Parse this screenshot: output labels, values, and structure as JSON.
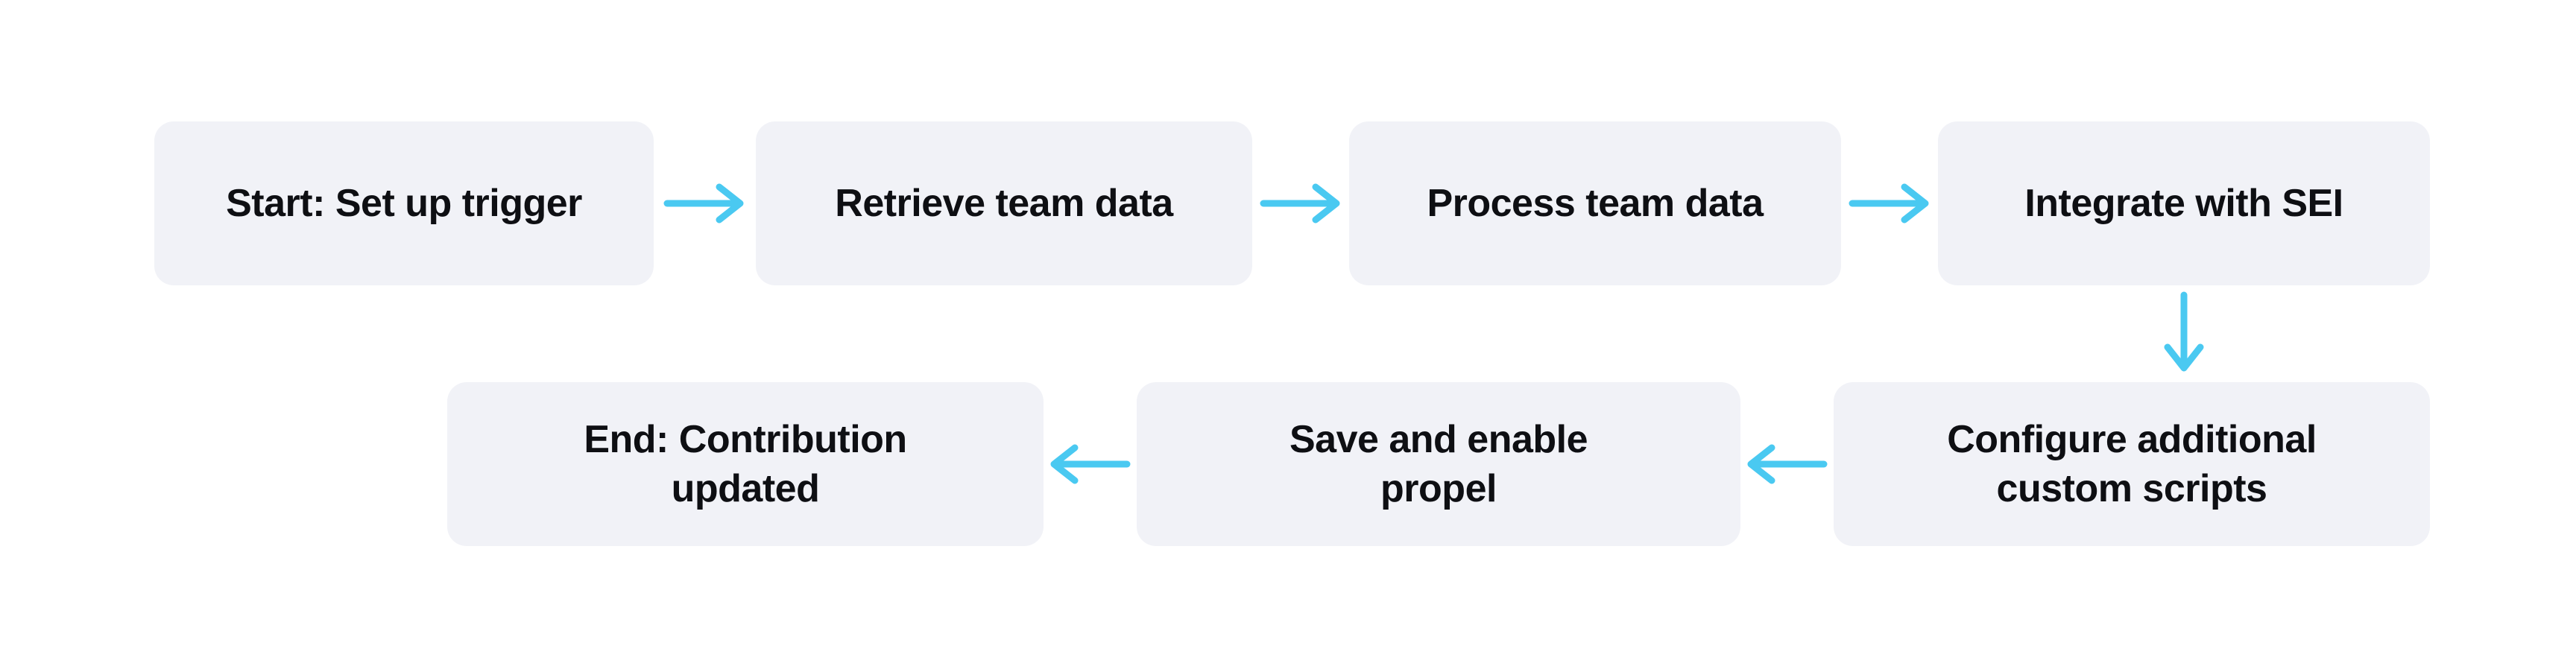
{
  "theme": {
    "background": "#ffffff",
    "node_fill": "#f1f2f7",
    "node_text": "#0e0f13",
    "arrow": "#4ac9f1"
  },
  "flowchart": {
    "nodes": [
      {
        "id": "start",
        "label": "Start: Set up trigger"
      },
      {
        "id": "retrieve",
        "label": "Retrieve team data"
      },
      {
        "id": "process",
        "label": "Process team data"
      },
      {
        "id": "integrate",
        "label": "Integrate with SEI"
      },
      {
        "id": "configure",
        "label": "Configure additional\ncustom scripts"
      },
      {
        "id": "save",
        "label": "Save and enable\npropel"
      },
      {
        "id": "end",
        "label": "End: Contribution\nupdated"
      }
    ],
    "edges": [
      {
        "from": "start",
        "to": "retrieve",
        "direction": "right"
      },
      {
        "from": "retrieve",
        "to": "process",
        "direction": "right"
      },
      {
        "from": "process",
        "to": "integrate",
        "direction": "right"
      },
      {
        "from": "integrate",
        "to": "configure",
        "direction": "down"
      },
      {
        "from": "configure",
        "to": "save",
        "direction": "left"
      },
      {
        "from": "save",
        "to": "end",
        "direction": "left"
      }
    ]
  }
}
